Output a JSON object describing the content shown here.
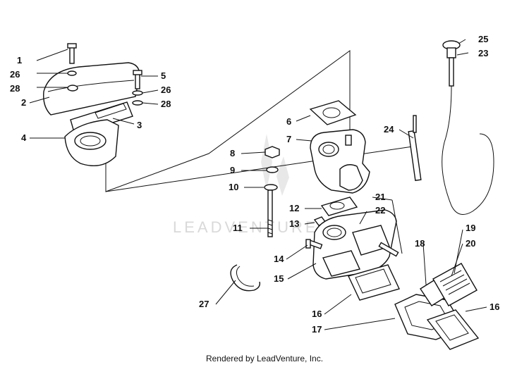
{
  "watermark": {
    "text": "LEADVENTURE"
  },
  "footer": {
    "text": "Rendered by LeadVenture, Inc."
  },
  "callouts": {
    "c1": "1",
    "c26a": "26",
    "c28a": "28",
    "c2": "2",
    "c4": "4",
    "c5": "5",
    "c26b": "26",
    "c28b": "28",
    "c3": "3",
    "c6": "6",
    "c7": "7",
    "c8": "8",
    "c9": "9",
    "c10": "10",
    "c11": "11",
    "c12": "12",
    "c13": "13",
    "c14": "14",
    "c15": "15",
    "c16a": "16",
    "c16b": "16",
    "c17": "17",
    "c18": "18",
    "c19": "19",
    "c20": "20",
    "c21": "21",
    "c22": "22",
    "c23": "23",
    "c24": "24",
    "c25": "25",
    "c27": "27"
  }
}
